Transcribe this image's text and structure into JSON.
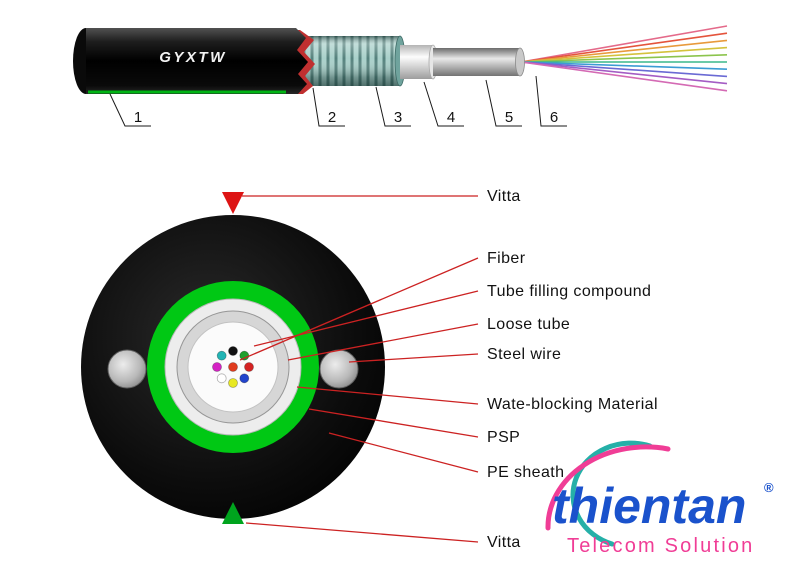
{
  "top_view": {
    "cable_print": "GYXTW",
    "callouts": [
      "1",
      "2",
      "3",
      "4",
      "5",
      "6"
    ],
    "fanout_colors": [
      "#e46a8a",
      "#e4543c",
      "#e89a3c",
      "#d4c23c",
      "#8cc44c",
      "#3cb88c",
      "#3c9cd4",
      "#6a6ad4",
      "#a45cc4",
      "#d46ab4"
    ]
  },
  "cross_section": {
    "fiber_colors": [
      "#111111",
      "#1ea02c",
      "#d42222",
      "#2244cc",
      "#e8e822",
      "#ffffff",
      "#d422c4",
      "#22b4b4"
    ],
    "center_fiber_color": "#e03c1e",
    "labels": {
      "vitta_top": "Vitta",
      "fiber": "Fiber",
      "tube_filling_compound": "Tube filling compound",
      "loose_tube": "Loose tube",
      "steel_wire": "Steel wire",
      "water_blocking": "Wate-blocking Material",
      "psp": "PSP",
      "pe_sheath": "PE sheath",
      "vitta_bottom": "Vitta"
    }
  },
  "colors": {
    "leader_red": "#cc2222",
    "green_ring": "#00c814",
    "vitta_top_red": "#dd1414",
    "vitta_bottom_green": "#00a41e",
    "logo_blue": "#1a52cc",
    "logo_pink": "#f03d96",
    "logo_teal": "#25b0a8"
  },
  "logo": {
    "brand": "thientan",
    "registered_mark": "®",
    "tagline": "Telecom Solution"
  }
}
